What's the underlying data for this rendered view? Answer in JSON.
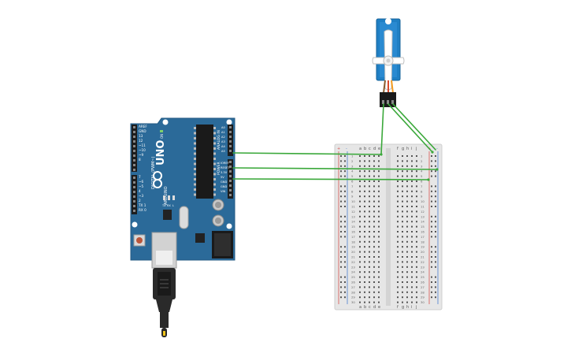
{
  "arduino": {
    "model": "UNO",
    "brand": "ARDUINO",
    "digital_label": "DIGITAL (PWM~)",
    "analog_label": "ANALOG IN",
    "power_label": "POWER",
    "on_label": "ON",
    "tx_label": "TX",
    "rx_label": "RX",
    "l_label": "L",
    "digital_pins": [
      "~11",
      "~10",
      "~9",
      "8",
      "7",
      "~6",
      "~5",
      "4",
      "~3",
      "2",
      "TX 1",
      "RX 0"
    ],
    "left_pins": [
      "AREF",
      "GND",
      "13",
      "12"
    ],
    "analog_pins": [
      "A0",
      "A1",
      "A2",
      "A3",
      "A4",
      "A5"
    ],
    "power_pins": [
      "IOREF",
      "RESET",
      "3.3V",
      "5V",
      "GND",
      "GND",
      "VIN"
    ]
  },
  "breadboard": {
    "columns_left": [
      "a",
      "b",
      "c",
      "d",
      "e"
    ],
    "columns_right": [
      "f",
      "g",
      "h",
      "i",
      "j"
    ],
    "row_numbers": [
      "1",
      "2",
      "3",
      "4",
      "5",
      "6",
      "7",
      "8",
      "9",
      "10",
      "11",
      "12",
      "13",
      "14",
      "15",
      "16",
      "17",
      "18",
      "19",
      "20",
      "21",
      "22",
      "23",
      "24",
      "25",
      "26",
      "27",
      "28",
      "29",
      "30"
    ],
    "rail_plus": "+",
    "rail_minus": "-"
  },
  "colors": {
    "board_blue": "#2b6a99",
    "wire_green": "#3aa83a",
    "servo_blue": "#1f7fc4",
    "breadboard_bg": "#e6e6e6",
    "rail_red": "#d9534f",
    "rail_blue": "#4a7fd0"
  }
}
